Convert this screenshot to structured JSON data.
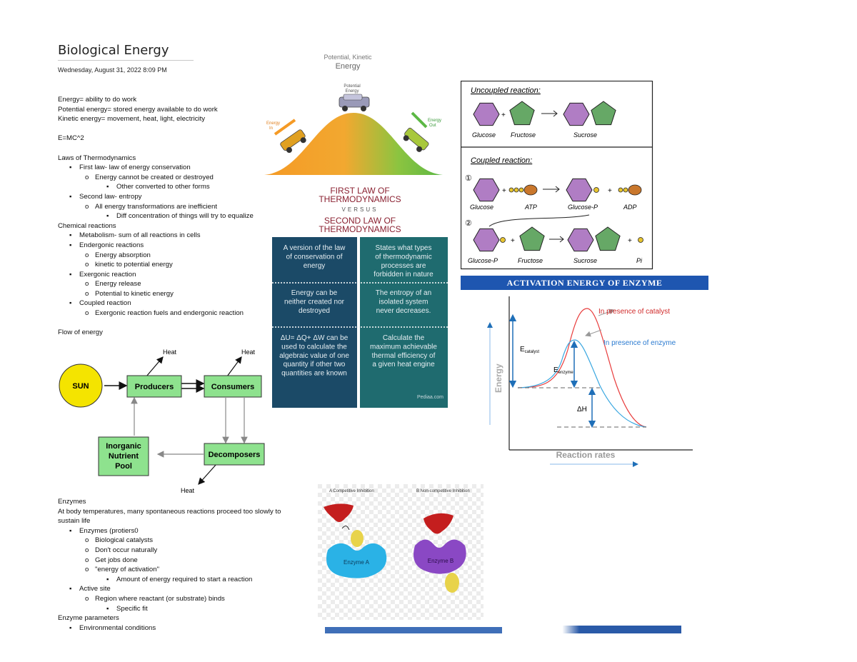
{
  "page": {
    "title": "Biological Energy",
    "datetime": "Wednesday, August 31, 2022   8:09 PM"
  },
  "notes_top": [
    {
      "level": 1,
      "bullet": "",
      "text": "Energy= ability to do work"
    },
    {
      "level": 1,
      "bullet": "",
      "text": "Potential energy= stored energy available to do work"
    },
    {
      "level": 1,
      "bullet": "",
      "text": "Kinetic energy= movement, heat, light, electricity"
    },
    {
      "level": 0,
      "bullet": "",
      "text": ""
    },
    {
      "level": 1,
      "bullet": "",
      "text": "E=MC^2"
    },
    {
      "level": 0,
      "bullet": "",
      "text": ""
    },
    {
      "level": 1,
      "bullet": "",
      "text": "Laws of Thermodynamics"
    },
    {
      "level": 2,
      "bullet": "▪",
      "text": "First law- law of energy conservation"
    },
    {
      "level": 3,
      "bullet": "o",
      "text": "Energy cannot be created or destroyed"
    },
    {
      "level": 4,
      "bullet": "▪",
      "text": "Other converted to other forms"
    },
    {
      "level": 2,
      "bullet": "▪",
      "text": "Second law- entropy"
    },
    {
      "level": 3,
      "bullet": "o",
      "text": "All energy transformations are inefficient"
    },
    {
      "level": 4,
      "bullet": "▪",
      "text": "Diff concentration of things will try to equalize"
    },
    {
      "level": 1,
      "bullet": "",
      "text": "Chemical reactions"
    },
    {
      "level": 2,
      "bullet": "▪",
      "text": "Metabolism- sum of all reactions in cells"
    },
    {
      "level": 2,
      "bullet": "▪",
      "text": "Endergonic reactions"
    },
    {
      "level": 3,
      "bullet": "o",
      "text": "Energy absorption"
    },
    {
      "level": 3,
      "bullet": "o",
      "text": "kinetic to potential energy"
    },
    {
      "level": 2,
      "bullet": "▪",
      "text": "Exergonic reaction"
    },
    {
      "level": 3,
      "bullet": "o",
      "text": "Energy release"
    },
    {
      "level": 3,
      "bullet": "o",
      "text": "Potential to kinetic energy"
    },
    {
      "level": 2,
      "bullet": "▪",
      "text": "Coupled reaction"
    },
    {
      "level": 3,
      "bullet": "o",
      "text": "Exergonic reaction fuels and endergonic reaction"
    },
    {
      "level": 0,
      "bullet": "",
      "text": ""
    },
    {
      "level": 1,
      "bullet": "",
      "text": "Flow of energy"
    }
  ],
  "notes_bottom": [
    {
      "level": 1,
      "bullet": "",
      "text": "Enzymes"
    },
    {
      "level": 1,
      "bullet": "",
      "text": "At body temperatures, many spontaneous reactions proceed too slowly to"
    },
    {
      "level": 1,
      "bullet": "",
      "text": "sustain life"
    },
    {
      "level": 2,
      "bullet": "▪",
      "text": "Enzymes (protiers0"
    },
    {
      "level": 3,
      "bullet": "o",
      "text": "Biological catalysts"
    },
    {
      "level": 3,
      "bullet": "o",
      "text": "Don't occur naturally"
    },
    {
      "level": 3,
      "bullet": "o",
      "text": "Get jobs done"
    },
    {
      "level": 3,
      "bullet": "o",
      "text": "\"energy of activation\""
    },
    {
      "level": 4,
      "bullet": "▪",
      "text": "Amount of energy required to start a reaction"
    },
    {
      "level": 2,
      "bullet": "▪",
      "text": "Active site"
    },
    {
      "level": 3,
      "bullet": "o",
      "text": "Region where reactant (or substrate) binds"
    },
    {
      "level": 4,
      "bullet": "▪",
      "text": "Specific fit"
    },
    {
      "level": 1,
      "bullet": "",
      "text": "Enzyme parameters"
    },
    {
      "level": 2,
      "bullet": "▪",
      "text": "Environmental conditions"
    }
  ],
  "flow_diagram": {
    "sun": "SUN",
    "producers": "Producers",
    "consumers": "Consumers",
    "decomposers": "Decomposers",
    "pool": [
      "Inorganic",
      "Nutrient",
      "Pool"
    ],
    "heat": "Heat",
    "colors": {
      "sun": "#f4e400",
      "box": "#8ee28e"
    }
  },
  "hill_figure": {
    "title_line1": "Potential, Kinetic",
    "title_line2": "Energy",
    "top_label": [
      "Potential",
      "Energy"
    ],
    "left_label": [
      "Energy",
      "In"
    ],
    "right_label": [
      "Energy",
      "Out"
    ]
  },
  "thermo_compare": {
    "heading_line1": "FIRST  LAW OF",
    "heading_line2": "THERMODYNAMICS",
    "versus": "VERSUS",
    "heading_line3": "SECOND LAW OF",
    "heading_line4": "THERMODYNAMICS",
    "left": [
      [
        "A version of the law",
        "of conservation of",
        "energy"
      ],
      [
        "Energy can be",
        "neither created nor",
        "destroyed"
      ],
      [
        "ΔU= ΔQ+ ΔW can be",
        "used to calculate the",
        "algebraic value of one",
        "quantity if other two",
        "quantities  are known"
      ]
    ],
    "right": [
      [
        "States what types",
        "of thermodynamic",
        "processes are",
        "forbidden in nature"
      ],
      [
        "The entropy of an",
        "isolated system",
        "never decreases."
      ],
      [
        "Calculate the",
        "maximum achievable",
        "thermal efficiency  of",
        "a given heat engine"
      ]
    ],
    "credit": "Pediaa.com",
    "colors": {
      "left": "#1b4a67",
      "right": "#1f6b6f",
      "heading": "#8a2030"
    }
  },
  "coupled_figure": {
    "uncoupled_title": "Uncoupled reaction:",
    "coupled_title": "Coupled reaction:",
    "glucose": "Glucose",
    "fructose": "Fructose",
    "sucrose": "Sucrose",
    "atp": "ATP",
    "glucose_p": "Glucose-P",
    "adp": "ADP",
    "pi": "Pi",
    "step1": "①",
    "step2": "②",
    "colors": {
      "hexagon": "#b07dc4",
      "pentagon": "#66a866",
      "phosphate": "#e8c530",
      "adenosine": "#c9772c"
    }
  },
  "activation_chart": {
    "banner": "ACTIVATION ENERGY OF ENZYME",
    "catalyst_label": "In presence of catalyst",
    "enzyme_label": "In presence of enzyme",
    "e_catalyst": "E",
    "e_catalyst_sub": "catalyst",
    "e_enzyme": "E",
    "e_enzyme_sub": "enzyme",
    "delta_h": "ΔH",
    "ylabel": "Energy",
    "xlabel": "Reaction rates",
    "colors": {
      "banner": "#1e56b0",
      "catalyst": "#e83c3c",
      "enzyme": "#3aa7e0",
      "arrow": "#1f6fb8"
    }
  },
  "inhibition_figure": {
    "left_title": "A  Competitive Inhibition",
    "right_title": "B  Non-competitive Inhibition",
    "enzyme_a": "Enzyme A",
    "enzyme_b": "Enzyme B"
  }
}
